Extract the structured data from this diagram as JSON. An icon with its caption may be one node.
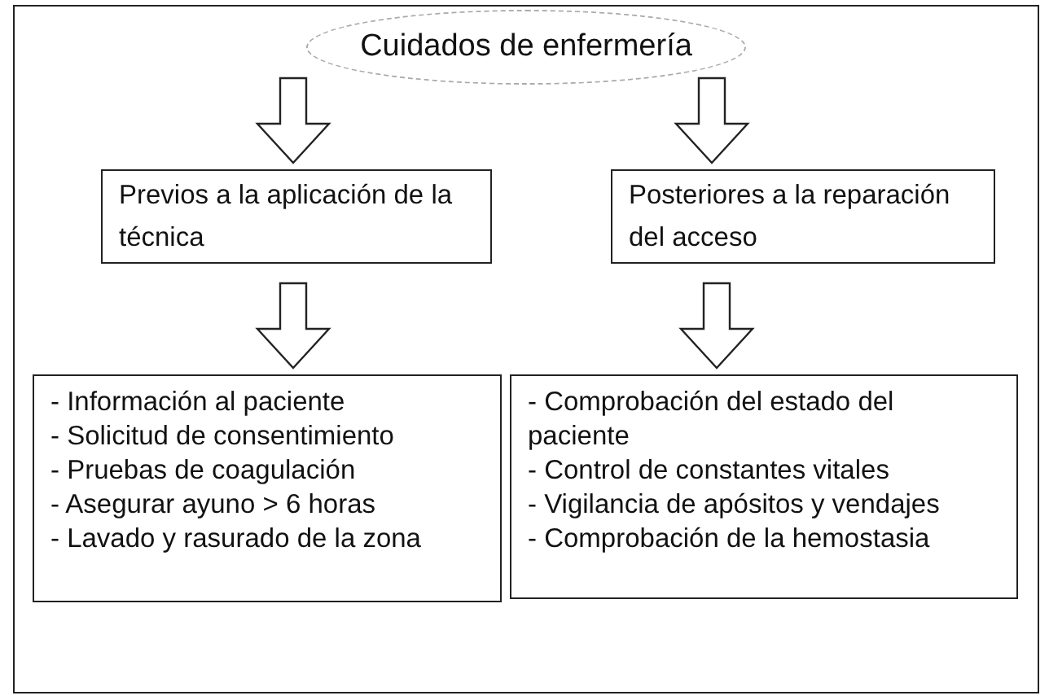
{
  "diagram": {
    "nodes": [
      {
        "text": [
          "Cuidados de enfermería"
        ]
      },
      {
        "text": [
          "Previos a la aplicación de la técnica"
        ]
      },
      {
        "text": [
          "Posteriores a la reparación del acceso"
        ]
      },
      {
        "text": [
          "- Información al paciente",
          "- Solicitud de consentimiento",
          "- Pruebas de coagulación",
          "- Asegurar ayuno > 6 horas",
          "- Lavado y rasurado de la zona"
        ]
      },
      {
        "text": [
          "- Comprobación del estado del paciente",
          "- Control de constantes vitales",
          "- Vigilancia de apósitos y vendajes",
          "- Comprobación de la hemostasia"
        ]
      }
    ],
    "edges": [
      {
        "from": 0,
        "to": 1,
        "arrow": "to"
      },
      {
        "from": 0,
        "to": 2,
        "arrow": "to"
      },
      {
        "from": 1,
        "to": 3,
        "arrow": "to"
      },
      {
        "from": 2,
        "to": 4,
        "arrow": "to"
      }
    ]
  }
}
